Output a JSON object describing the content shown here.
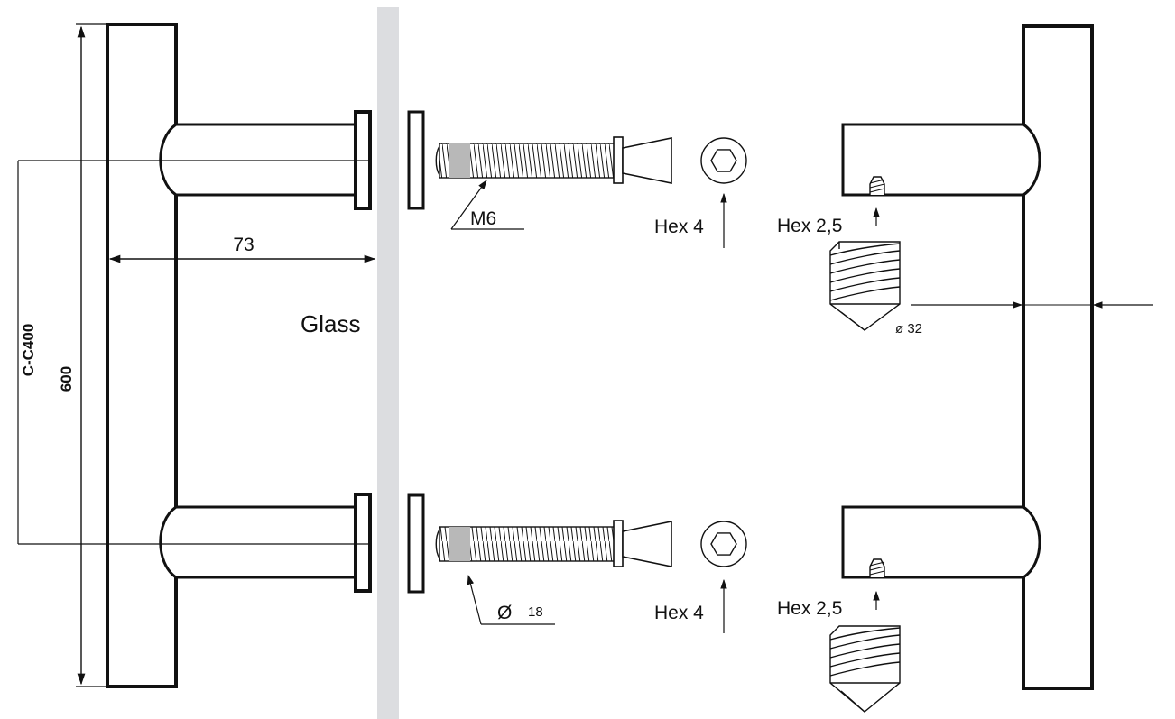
{
  "labels": {
    "glass": "Glass",
    "dim_length": "600",
    "dim_center": "C-C400",
    "dim_depth": "73",
    "thread": "M6",
    "hex_bolt_top": "Hex 4",
    "hex_bolt_bottom": "Hex 4",
    "hex_grub_top": "Hex 2,5",
    "hex_grub_bottom": "Hex 2,5",
    "diameter_tube": "ø 32",
    "diameter_washer_symbol": "Ø",
    "diameter_washer_value": "18"
  },
  "colors": {
    "line": "#111111",
    "glass": "#dcdde0",
    "spacer": "#b8b8b8"
  }
}
